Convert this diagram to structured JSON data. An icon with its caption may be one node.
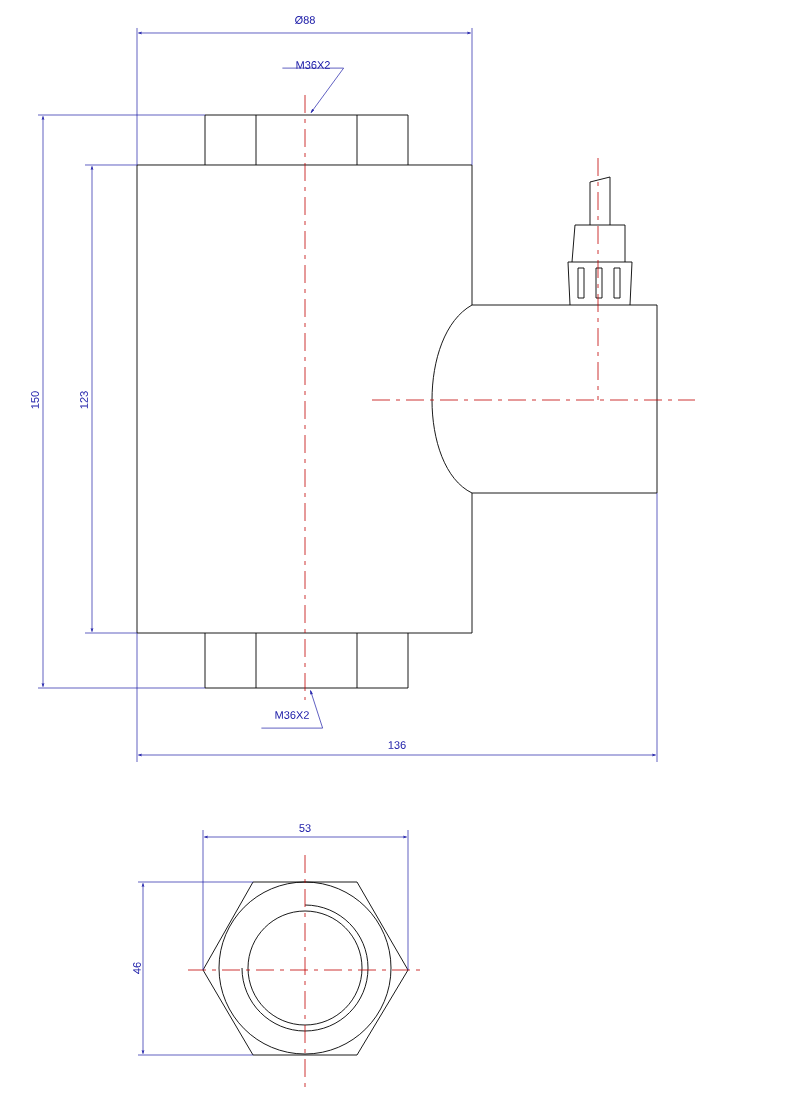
{
  "diagram": {
    "nodes": [
      {
        "text": [
          "M36X2"
        ]
      },
      {
        "text": [
          "M36X2"
        ]
      }
    ],
    "edges": [
      {
        "from": 0,
        "to": null,
        "arrow": "to"
      },
      {
        "from": 1,
        "to": null,
        "arrow": "to"
      }
    ],
    "labels": [
      "Ø88",
      "150",
      "123",
      "136",
      "53",
      "46"
    ]
  }
}
